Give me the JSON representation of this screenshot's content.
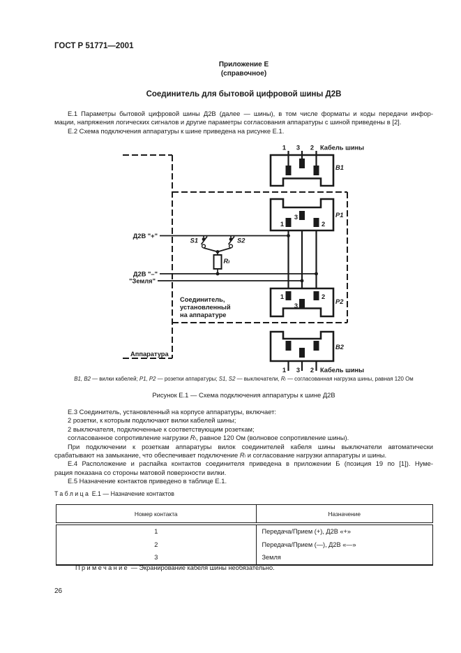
{
  "page": {
    "header": "ГОСТ Р 51771—2001",
    "number": "26"
  },
  "appendix": {
    "label": "Приложение Е",
    "note": "(справочное)",
    "title": "Соединитель для бытовой цифровой шины Д2В"
  },
  "intro": {
    "e1_l1": "Е.1 Параметры бытовой цифровой шины Д2В (далее — шины), в том числе форматы и коды передачи инфор-",
    "e1_l2": "мации, напряжения логических сигналов и другие параметры согласования аппаратуры с шиной приведены в [2].",
    "e2": "Е.2 Схема подключения аппаратуры к шине приведена на рисунке Е.1."
  },
  "diagram": {
    "b1": "В1",
    "p1": "Р1",
    "p2": "Р2",
    "b2": "В2",
    "s1": "S1",
    "s2": "S2",
    "r": "Rₗ",
    "cable_top": "Кабель шины",
    "cable_bottom": "Кабель шины",
    "d2b_plus": "Д2В \"+\"",
    "d2b_minus": "Д2В \"–\"",
    "ground": "\"Земля\"",
    "note_line1": "Соединитель,",
    "note_line2": "установленный",
    "note_line3": "на аппаратуре",
    "apparatus": "Аппаратура",
    "b1_pins": [
      "1",
      "3",
      "2"
    ],
    "p1_pins": [
      "1",
      "3",
      "2"
    ],
    "p2_pins": [
      "1",
      "3",
      "2"
    ],
    "b2_pins": [
      "1",
      "3",
      "2"
    ]
  },
  "figure": {
    "caption_parts": [
      "В1, В2",
      " — вилки кабелей; ",
      "Р1, Р2",
      " — розетки аппаратуры; ",
      "S1, S2",
      " — выключатели, ",
      "Rₗ",
      " — согласованная нагрузка шины, равная 120 Ом"
    ],
    "title": "Рисунок Е.1 — Схема подключения аппаратуры к шине Д2В"
  },
  "body": {
    "e3_head": "Е.3 Соединитель, установленный на корпусе аппаратуры, включает:",
    "e3_item1": "2 розетки, к которым подключают вилки кабелей шины;",
    "e3_item2": "2 выключателя, подключенные к соответствующим розеткам;",
    "e3_item3_parts": [
      "согласованное сопротивление нагрузки ",
      "Rₗ",
      ", равное 120 Ом (волновое сопротивление шины)."
    ],
    "e3_p2_l1": "При подключении к розеткам аппаратуры вилок соединителей кабеля шины выключатели автоматически",
    "e3_p2_l2_parts": [
      "срабатывают на замыкание, что обеспечивает подключение ",
      "Rₗ",
      " и согласование нагрузки аппаратуры и шины."
    ],
    "e4_l1": "Е.4 Расположение и распайка контактов соединителя приведена в приложении Б (позиция 19 по [1]). Нуме-",
    "e4_l2": "рация показана со стороны матовой поверхности вилки.",
    "e5": "Е.5 Назначение контактов приведено в таблице Е.1."
  },
  "table": {
    "caption_word": "Таблица",
    "caption_rest": "Е.1 — Назначение контактов",
    "columns": [
      "Номер контакта",
      "Назначение"
    ],
    "rows": [
      {
        "num": "1",
        "purpose": "Передача/Прием (+), Д2В «+»"
      },
      {
        "num": "2",
        "purpose": "Передача/Прием (—), Д2В «—»"
      },
      {
        "num": "3",
        "purpose": "Земля"
      }
    ],
    "note_word": "Примечание",
    "note_rest": " — Экранирование кабеля шины необязательно."
  }
}
